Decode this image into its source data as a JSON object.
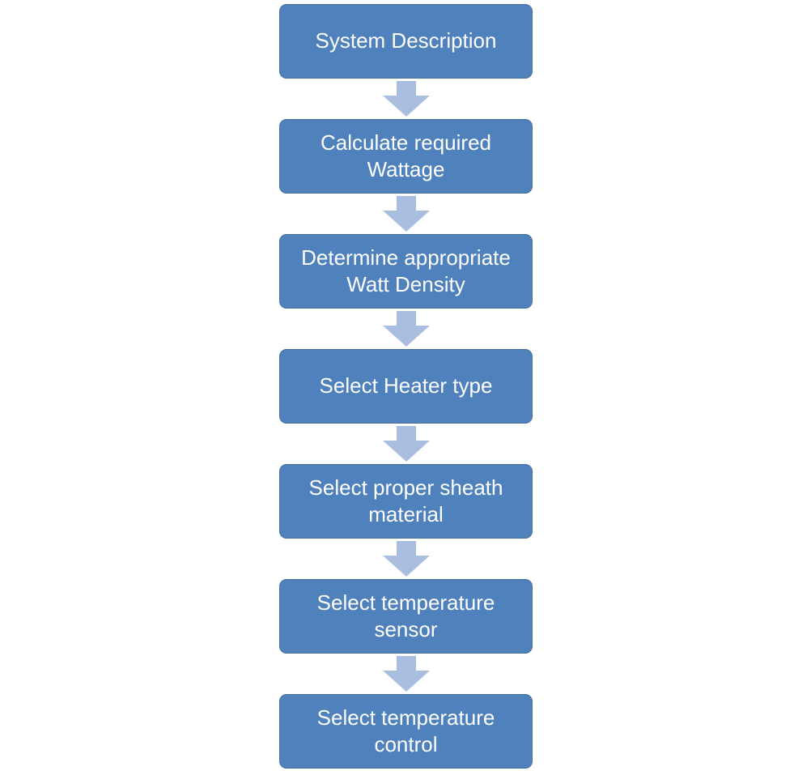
{
  "flowchart": {
    "steps": [
      {
        "label": "System Description"
      },
      {
        "label": "Calculate required Wattage"
      },
      {
        "label": "Determine appropriate Watt Density"
      },
      {
        "label": "Select Heater type"
      },
      {
        "label": "Select proper sheath material"
      },
      {
        "label": "Select temperature sensor"
      },
      {
        "label": "Select temperature control"
      }
    ],
    "connector": "down-block-arrow",
    "colors": {
      "box_fill": "#4f81bd",
      "box_border": "#44719f",
      "arrow_fill": "#a9bdde",
      "text": "#ffffff",
      "background": "#ffffff"
    }
  }
}
